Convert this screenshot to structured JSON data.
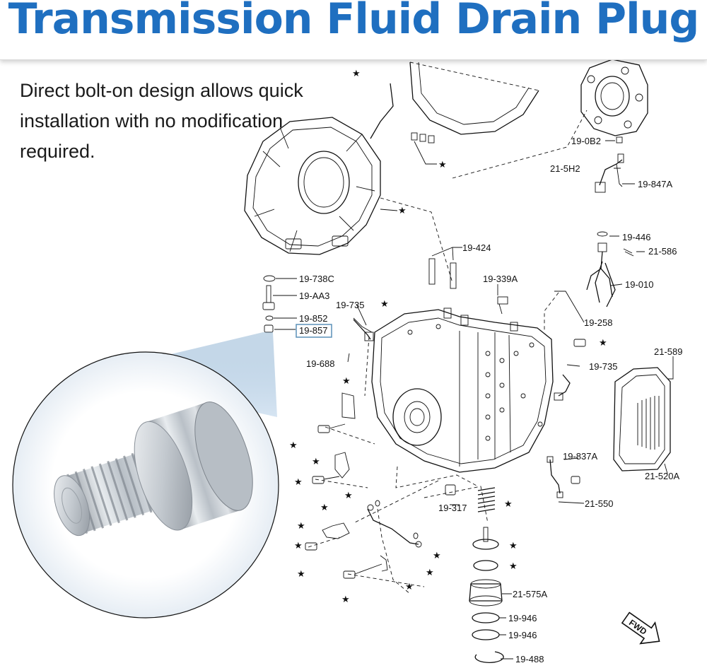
{
  "title": "Transmission Fluid Drain Plug",
  "caption": "Direct bolt-on design allows quick installation with no modification required.",
  "colors": {
    "title": "#1f6fc0",
    "highlight_box": "#5b90b8",
    "zoom_beam": "#a9c6e0"
  },
  "icons": {
    "star": "black-star-icon",
    "fwd": "fwd-arrow-icon"
  },
  "labels": {
    "l_19_0b2": "19-0B2",
    "l_21_5h2": "21-5H2",
    "l_19_847a": "19-847A",
    "l_19_446": "19-446",
    "l_21_586": "21-586",
    "l_19_424": "19-424",
    "l_19_010": "19-010",
    "l_19_738c": "19-738C",
    "l_19_aa3": "19-AA3",
    "l_19_852": "19-852",
    "l_19_857": "19-857",
    "l_19_339a": "19-339A",
    "l_19_735_top": "19-735",
    "l_19_258": "19-258",
    "l_19_688": "19-688",
    "l_21_589": "21-589",
    "l_19_735_right": "19-735",
    "l_19_837a": "19-837A",
    "l_21_520a": "21-520A",
    "l_21_550": "21-550",
    "l_19_317": "19-317",
    "l_21_575a": "21-575A",
    "l_19_946_a": "19-946",
    "l_19_946_b": "19-946",
    "l_19_488": "19-488",
    "fwd": "FWD"
  }
}
